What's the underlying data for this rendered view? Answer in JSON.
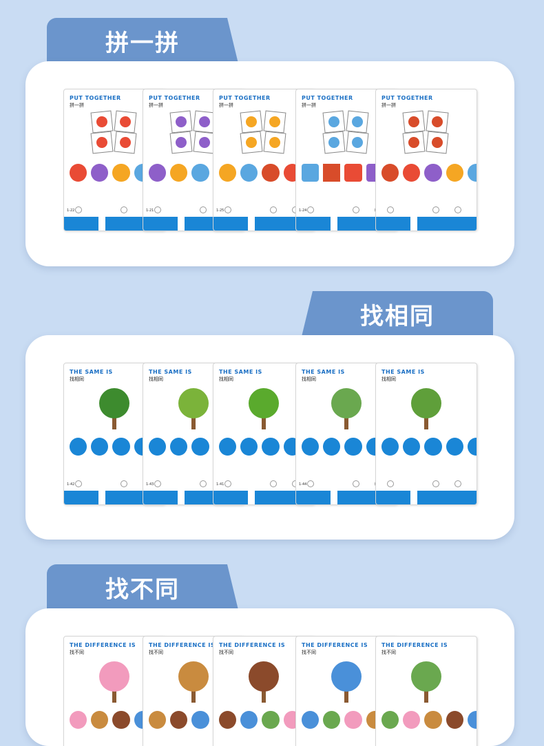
{
  "sections": [
    {
      "tab_label": "拼一拼",
      "cards": [
        {
          "title_en": "PUT TOGETHER",
          "title_cn": "拼一拼",
          "code": "1-22",
          "icon": "flower-pot-icon",
          "row_icon": "flower-pot-icon"
        },
        {
          "title_en": "PUT TOGETHER",
          "title_cn": "拼一拼",
          "code": "1-21",
          "icon": "flower-pot-icon",
          "row_icon": "flower-pot-icon"
        },
        {
          "title_en": "PUT TOGETHER",
          "title_cn": "拼一拼",
          "code": "1-25",
          "icon": "orange-slice-icon",
          "row_icon": "citrus-icon"
        },
        {
          "title_en": "PUT TOGETHER",
          "title_cn": "拼一拼",
          "code": "1-24",
          "icon": "heart-icon",
          "row_icon": "shape-icon"
        },
        {
          "title_en": "PUT TOGETHER",
          "title_cn": "拼一拼",
          "code": "",
          "icon": "strawberry-icon",
          "row_icon": "citrus-icon"
        }
      ]
    },
    {
      "tab_label": "找相同",
      "cards": [
        {
          "title_en": "THE SAME IS",
          "title_cn": "找相同",
          "code": "1-42",
          "icon": "tree-icon",
          "row_icon": "tree-silhouette-icon"
        },
        {
          "title_en": "THE SAME IS",
          "title_cn": "找相同",
          "code": "1-43",
          "icon": "round-tree-icon",
          "row_icon": "tree-silhouette-icon"
        },
        {
          "title_en": "THE SAME IS",
          "title_cn": "找相同",
          "code": "1-41",
          "icon": "leafy-tree-icon",
          "row_icon": "tree-silhouette-icon"
        },
        {
          "title_en": "THE SAME IS",
          "title_cn": "找相同",
          "code": "1-44",
          "icon": "cypress-tree-icon",
          "row_icon": "tree-silhouette-icon"
        },
        {
          "title_en": "THE SAME IS",
          "title_cn": "找相同",
          "code": "",
          "icon": "canopy-tree-icon",
          "row_icon": "tree-silhouette-icon"
        }
      ]
    },
    {
      "tab_label": "找不同",
      "cards": [
        {
          "title_en": "THE DIFFERENCE IS",
          "title_cn": "找不同",
          "code": "",
          "icon": "ice-cream-icon",
          "row_icon": "ice-cream-icon"
        },
        {
          "title_en": "THE DIFFERENCE IS",
          "title_cn": "找不同",
          "code": "",
          "icon": "animal-face-icon",
          "row_icon": "animal-face-icon"
        },
        {
          "title_en": "THE DIFFERENCE IS",
          "title_cn": "找不同",
          "code": "",
          "icon": "cupcake-icon",
          "row_icon": "cupcake-icon"
        },
        {
          "title_en": "THE DIFFERENCE IS",
          "title_cn": "找不同",
          "code": "",
          "icon": "aircraft-icon",
          "row_icon": "aircraft-icon"
        },
        {
          "title_en": "THE DIFFERENCE IS",
          "title_cn": "找不同",
          "code": "",
          "icon": "tree-icon",
          "row_icon": "tree-icon"
        }
      ]
    }
  ],
  "colors": {
    "accent": "#1a86d6",
    "tab": "#6b95cc",
    "background": "#c9dcf3"
  }
}
